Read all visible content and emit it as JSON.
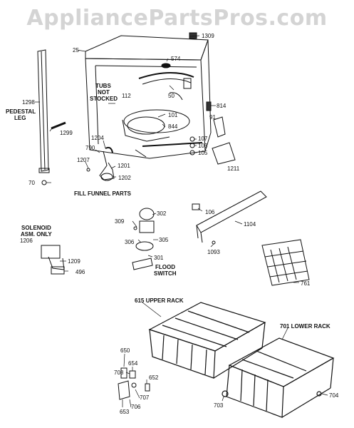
{
  "watermark": "AppliancePartsPros.com",
  "labels": {
    "p25": "25",
    "p1309": "1309",
    "p574": "574",
    "p1298": "1298",
    "pedestal_1": "PEDESTAL",
    "pedestal_2": "LEG",
    "tubs_1": "TUBS",
    "tubs_2": "NOT",
    "tubs_3": "STOCKED",
    "p112": "112",
    "p50": "50",
    "p814": "814",
    "p101": "101",
    "p844": "844",
    "p91": "91",
    "p1299": "1299",
    "p1204": "1204",
    "p790": "790",
    "p107": "107",
    "p103": "103",
    "p105": "105",
    "p1207": "1207",
    "p1201": "1201",
    "p1211": "1211",
    "p1202": "1202",
    "p70": "70",
    "fill_funnel": "FILL FUNNEL PARTS",
    "p302": "302",
    "p309": "309",
    "p106": "106",
    "p1104": "1104",
    "solenoid_1": "SOLENOID",
    "solenoid_2": "ASM. ONLY",
    "p1206": "1206",
    "p305": "305",
    "p306": "306",
    "p1093": "1093",
    "p301": "301",
    "flood_1": "FLOOD",
    "flood_2": "SWITCH",
    "p1209": "1209",
    "p496": "496",
    "p761": "761",
    "upper_rack": "615 UPPER RACK",
    "lower_rack": "701 LOWER RACK",
    "p650": "650",
    "p654": "654",
    "p708": "708",
    "p652": "652",
    "p707": "707",
    "p706": "706",
    "p653": "653",
    "p703": "703",
    "p704": "704"
  }
}
